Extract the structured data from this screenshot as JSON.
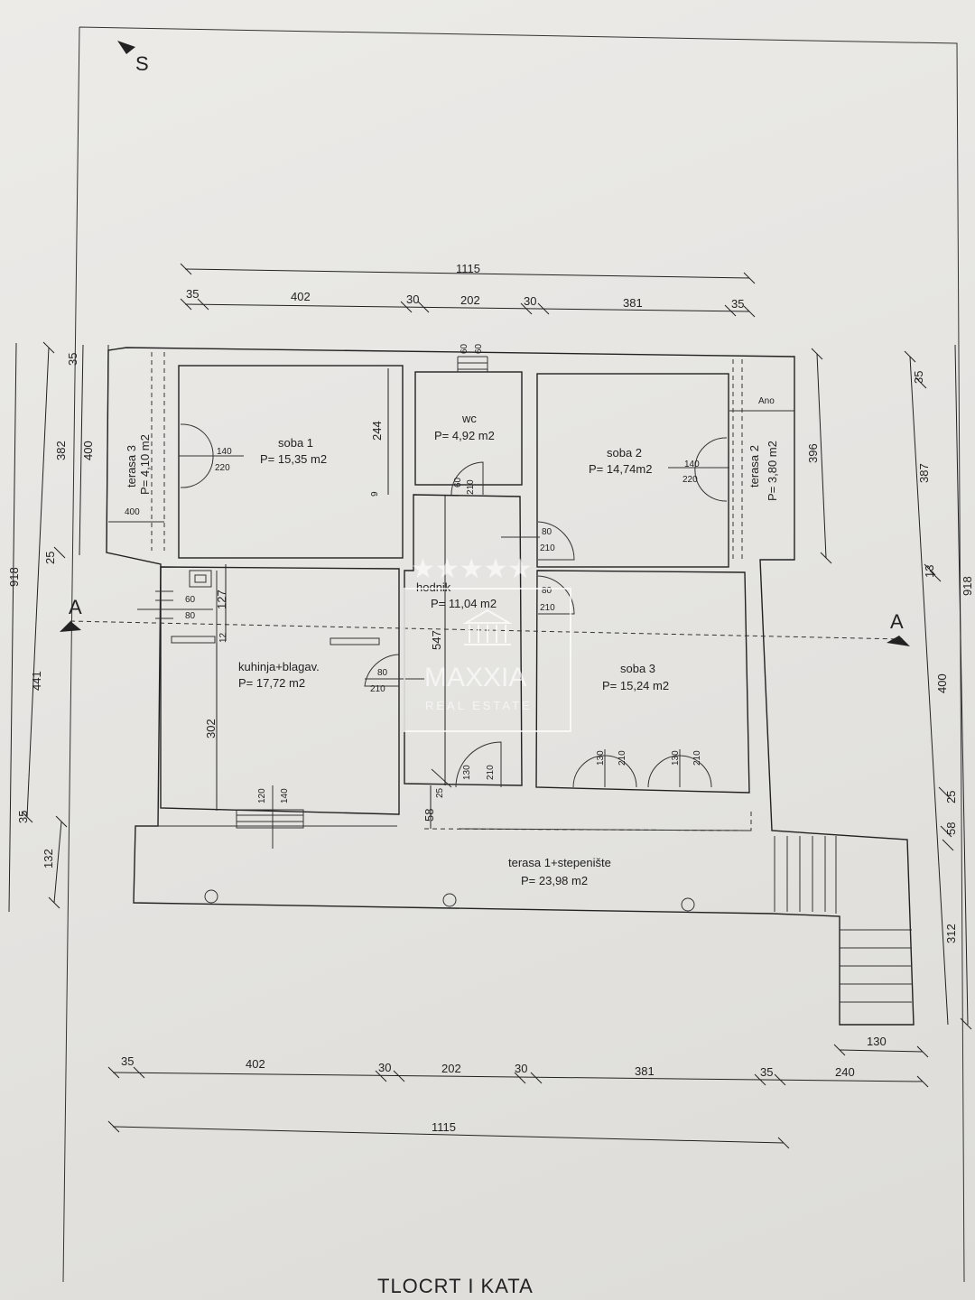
{
  "title": "TLOCRT  I  KATA",
  "north": "S",
  "section_marks": [
    "A",
    "A"
  ],
  "rooms": [
    {
      "id": "soba1",
      "name": "soba 1",
      "area": "P= 15,35 m2"
    },
    {
      "id": "wc",
      "name": "wc",
      "area": "P= 4,92 m2"
    },
    {
      "id": "soba2",
      "name": "soba 2",
      "area": "P= 14,74m2"
    },
    {
      "id": "hodnik",
      "name": "hodnik",
      "area": "P= 11,04 m2"
    },
    {
      "id": "kuhinja",
      "name": "kuhinja+blagav.",
      "area": "P= 17,72 m2"
    },
    {
      "id": "soba3",
      "name": "soba 3",
      "area": "P= 15,24 m2"
    },
    {
      "id": "terasa1",
      "name": "terasa 1+stepenište",
      "area": "P= 23,98 m2"
    },
    {
      "id": "terasa3",
      "name": "terasa 3",
      "area": "P= 4,10 m2"
    },
    {
      "id": "terasa2",
      "name": "terasa 2",
      "area": "P= 3,80 m2"
    }
  ],
  "dims_top": {
    "total": "1115",
    "segments": [
      "35",
      "402",
      "30",
      "202",
      "30",
      "381",
      "35"
    ]
  },
  "dims_bottom": {
    "segments": [
      "35",
      "402",
      "30",
      "202",
      "30",
      "381",
      "35",
      "240"
    ],
    "stair": "130",
    "total": "1115"
  },
  "dims_left": {
    "total": "918",
    "outer": [
      "35",
      "382",
      "25",
      "441",
      "35"
    ],
    "inner": [
      "400",
      "132"
    ]
  },
  "dims_right": {
    "total": "918",
    "outer": [
      "35",
      "387",
      "13",
      "400",
      "58",
      "25",
      "312"
    ],
    "inner": [
      "396"
    ]
  },
  "interior_dims": [
    "244",
    "9",
    "127",
    "12",
    "302",
    "547",
    "58",
    "25"
  ],
  "openings": [
    {
      "w": "140",
      "h": "220"
    },
    {
      "w": "140",
      "h": "220"
    },
    {
      "w": "60",
      "h": "210"
    },
    {
      "w": "80",
      "h": "210"
    },
    {
      "w": "80",
      "h": "210"
    },
    {
      "w": "80",
      "h": "210"
    },
    {
      "w": "60",
      "h": "80"
    },
    {
      "w": "120",
      "h": "140"
    },
    {
      "w": "130",
      "h": "210"
    },
    {
      "w": "130",
      "h": "210"
    },
    {
      "w": "130",
      "h": "210"
    },
    {
      "w": "60",
      "h": "60"
    }
  ],
  "terrace_notes": [
    "400",
    "Ano"
  ],
  "watermark": {
    "brand": "MAXXIA",
    "sub": "REAL ESTATE",
    "stars": "★★★★★"
  }
}
